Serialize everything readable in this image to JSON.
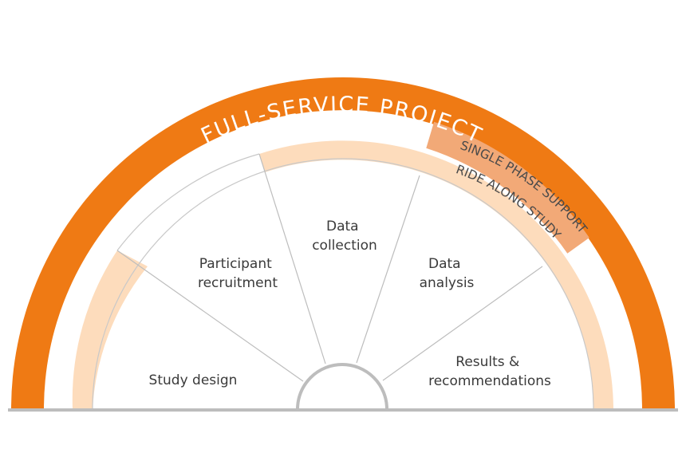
{
  "diagram": {
    "outer_label": "FULL-SERVICE PROJECT",
    "single_phase_label": "SINGLE PHASE SUPPORT",
    "ride_along_label": "RIDE ALONG STUDY",
    "segments": [
      {
        "id": "study-design",
        "lines": [
          "Study design"
        ]
      },
      {
        "id": "participant-recruitment",
        "lines": [
          "Participant",
          "recruitment"
        ]
      },
      {
        "id": "data-collection",
        "lines": [
          "Data",
          "collection"
        ]
      },
      {
        "id": "data-analysis",
        "lines": [
          "Data",
          "analysis"
        ]
      },
      {
        "id": "results-recommendations",
        "lines": [
          "Results &",
          "recommendations"
        ]
      }
    ],
    "colors": {
      "full_service": "#ef7a14",
      "single_phase": "#f2a977",
      "ride_along": "#fddcbc",
      "lines": "#bdbdbd",
      "text": "#3a3a3a"
    }
  }
}
